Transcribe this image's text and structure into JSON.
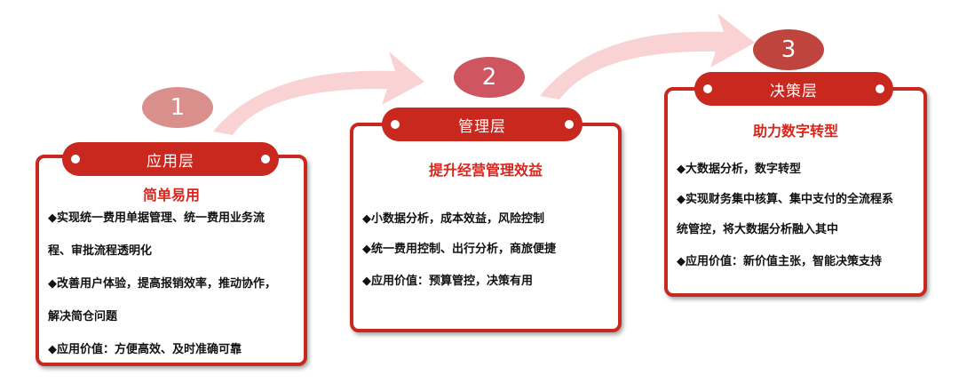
{
  "stages": [
    {
      "number": "1",
      "header": "应用层",
      "title": "简单易用",
      "lines": [
        "◆实现统一费用单据管理、统一费用业务流",
        "程、审批流程透明化",
        "◆改善用户体验，提高报销效率，推动协作，",
        "解决简仓问题",
        "◆应用价值：方便高效、及时准确可靠"
      ]
    },
    {
      "number": "2",
      "header": "管理层",
      "title": "提升经营管理效益",
      "lines": [
        "◆小数据分析，成本效益，风险控制",
        "◆统一费用控制、出行分析，商旅便捷",
        "◆应用价值：预算管控，决策有用"
      ]
    },
    {
      "number": "3",
      "header": "决策层",
      "title": "助力数字转型",
      "lines": [
        "◆大数据分析，数字转型",
        "◆实现财务集中核算、集中支付的全流程系",
        "统管控，将大数据分析融入其中",
        "◆应用价值：新价值主张，智能决策支持"
      ]
    }
  ],
  "colors": {
    "primary_red": "#c8281e",
    "title_red": "#d8261c",
    "circle_1": "#d98f8c",
    "circle_2": "#cf5560",
    "circle_3": "#c0443e",
    "arrow_pink": "#f9d2d3"
  }
}
